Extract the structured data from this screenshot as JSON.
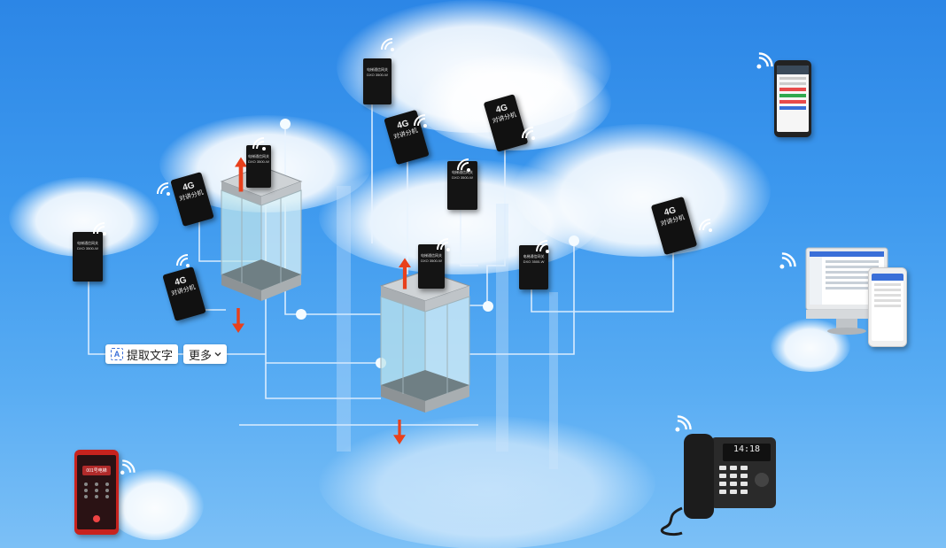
{
  "page": {
    "background_color": "#3c98ee",
    "line_color": "#e8f3ff"
  },
  "toolbar": {
    "extract_text_label": "提取文字",
    "extract_text_icon": "ocr-icon",
    "more_label": "更多",
    "more_icon": "chevron-down-icon"
  },
  "gateways": {
    "gw1_label": "电梯通信网关",
    "gw1_model": "DXO 3500-W",
    "gw2_label": "电梯通信网关",
    "gw2_model": "DXO 3500-W",
    "gw3_label": "电梯通信网关",
    "gw3_model": "DXO 3500-W",
    "gw4_label": "电梯通信网关",
    "gw4_model": "DXO 3500-W",
    "gw5_label": "电梯通信网关",
    "gw5_model": "DXO 3500-W",
    "gw6_label": "电梯通信网关",
    "gw6_model": "DXO 3500-W"
  },
  "dialers": {
    "d1_net": "4G",
    "d1_label": "对讲分机",
    "d2_net": "4G",
    "d2_label": "对讲分机",
    "d3_net": "4G",
    "d3_label": "对讲分机",
    "d4_net": "4G",
    "d4_label": "对讲分机",
    "d5_net": "4G",
    "d5_label": "对讲分机"
  },
  "red_phone": {
    "title": "001号电梯"
  },
  "desk_phone": {
    "clock": "14:18"
  },
  "icons": [
    "wifi-icon",
    "elevator-icon",
    "up-arrow-icon",
    "down-arrow-icon",
    "smartphone-icon",
    "desktop-monitor-icon",
    "desk-phone-icon"
  ],
  "colors": {
    "arrow": "#e8401c",
    "accent": "#3a6fd8",
    "device": "#141414"
  }
}
